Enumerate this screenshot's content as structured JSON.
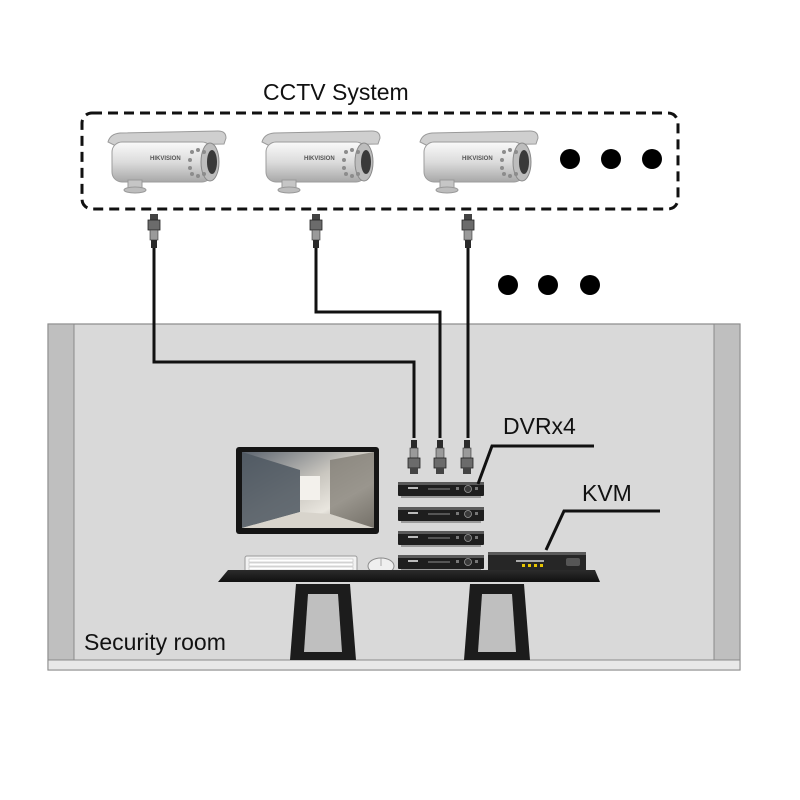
{
  "diagram": {
    "title": "CCTV System",
    "room_label": "Security room",
    "dvr_label": "DVRx4",
    "kvm_label": "KVM",
    "camera_brand": "HIKVISION",
    "dvr_badge": "",
    "kvm_badge": ""
  },
  "colors": {
    "room_wall": "#d6d6d6",
    "room_floor": "#e8e8e8",
    "cable": "#111111",
    "camera_body": "#e9e9e9",
    "device_dark": "#2a2a2a"
  },
  "icons": {
    "camera": "bullet-camera-icon",
    "bnc": "bnc-connector-icon",
    "monitor": "monitor-icon",
    "keyboard": "keyboard-icon",
    "mouse": "mouse-icon",
    "dvr": "dvr-unit-icon",
    "kvm": "kvm-switch-icon",
    "ellipsis": "ellipsis-dots-icon"
  }
}
